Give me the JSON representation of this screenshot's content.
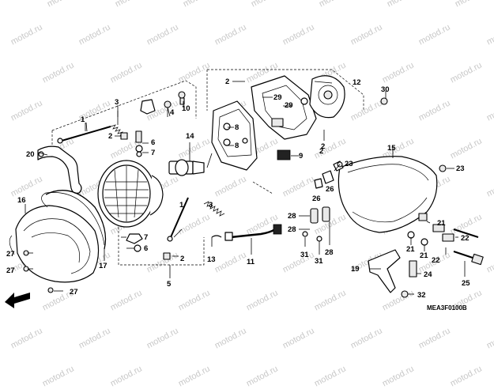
{
  "watermark": "motod.ru",
  "diagram_code": "MEA3F0100B",
  "front_arrow": "FR.",
  "labels": {
    "l1": "1",
    "l2a": "2",
    "l2b": "2",
    "l2c": "2",
    "l2d": "2",
    "l2e": "2",
    "l3a": "3",
    "l3b": "3",
    "l4": "4",
    "l5": "5",
    "l6a": "6",
    "l6b": "6",
    "l7a": "7",
    "l7b": "7",
    "l8a": "8",
    "l8b": "8",
    "l9": "9",
    "l10": "10",
    "l11": "11",
    "l12": "12",
    "l13": "13",
    "l14": "14",
    "l15": "15",
    "l16": "16",
    "l17": "17",
    "l19": "19",
    "l20": "20",
    "l21a": "21",
    "l21b": "21",
    "l21c": "21",
    "l22a": "22",
    "l22b": "22",
    "l23a": "23",
    "l23b": "23",
    "l24": "24",
    "l25": "25",
    "l26a": "26",
    "l26b": "26",
    "l27a": "27",
    "l27b": "27",
    "l27c": "27",
    "l28a": "28",
    "l28b": "28",
    "l29a": "29",
    "l29b": "29",
    "l30": "30",
    "l31a": "31",
    "l31b": "31",
    "l32": "32"
  }
}
